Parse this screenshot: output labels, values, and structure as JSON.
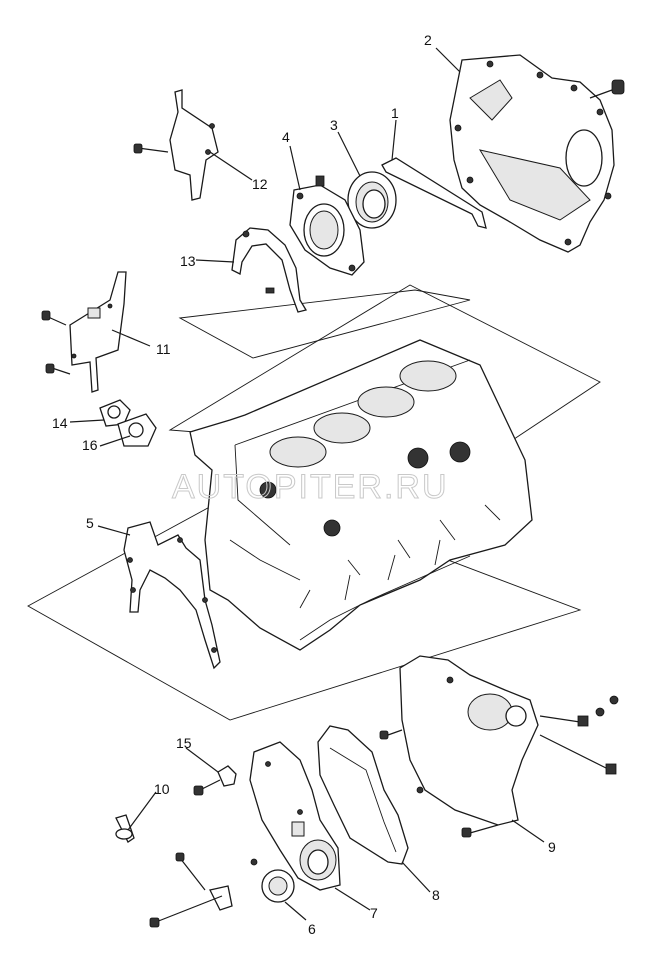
{
  "watermark": "AUTOPITER.RU",
  "callouts": {
    "p1": "1",
    "p2": "2",
    "p3": "3",
    "p4": "4",
    "p5": "5",
    "p6": "6",
    "p7": "7",
    "p8": "8",
    "p9": "9",
    "p10": "10",
    "p11": "11",
    "p12": "12",
    "p13": "13",
    "p14": "14",
    "p15": "15",
    "p16": "16"
  }
}
